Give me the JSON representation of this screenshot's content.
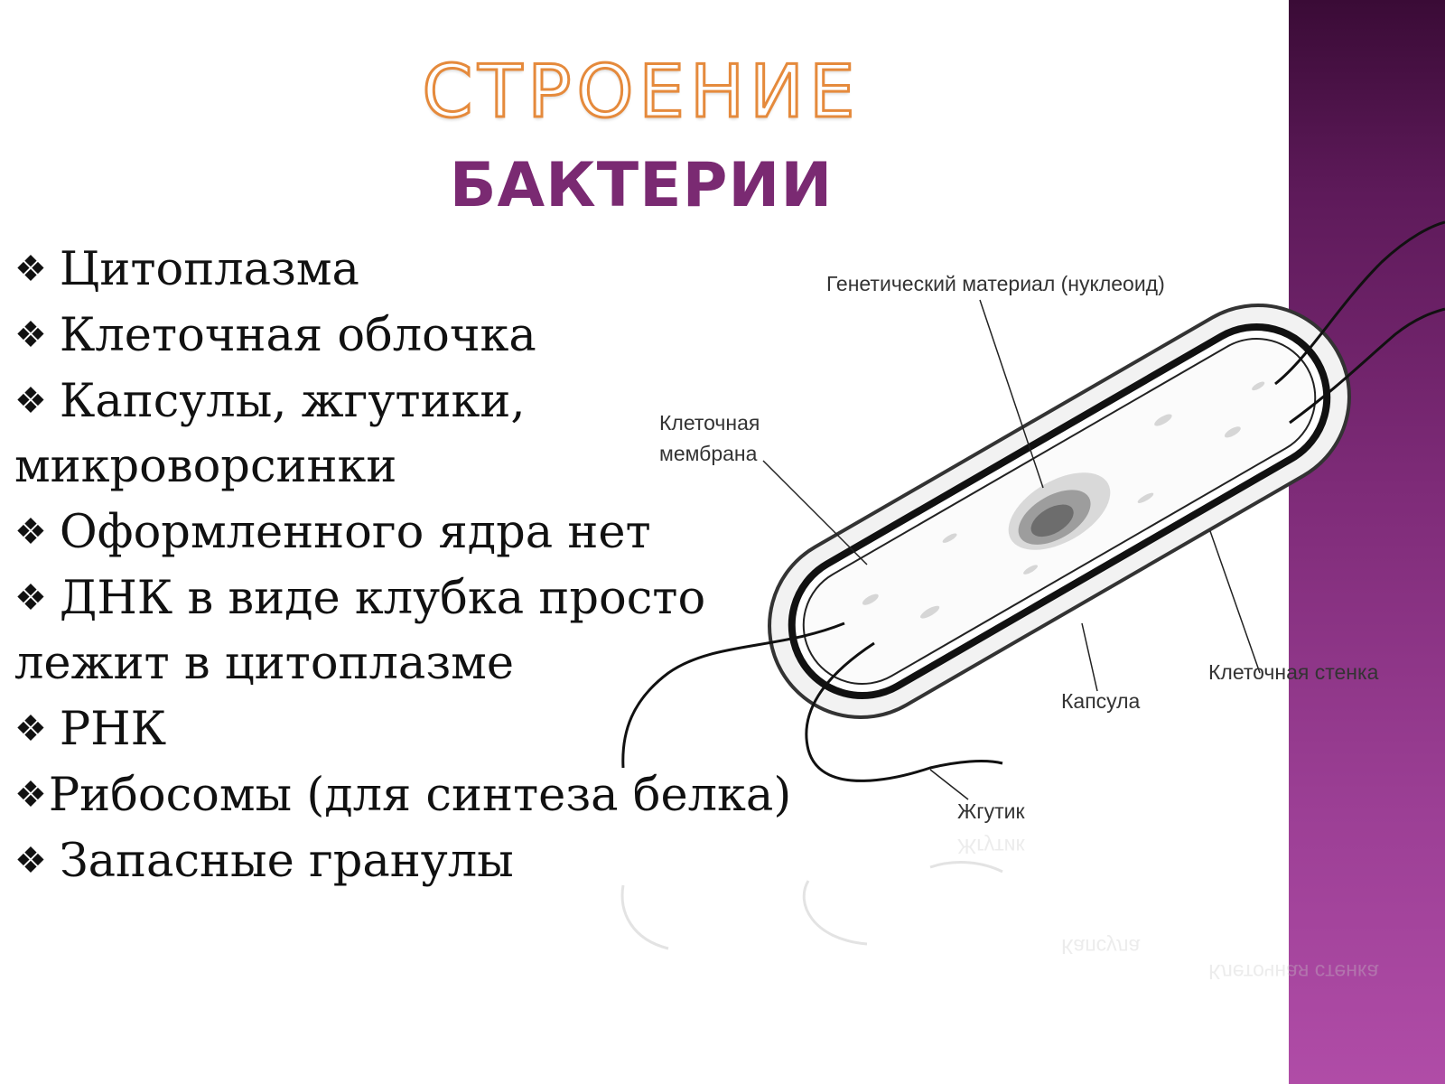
{
  "slide": {
    "title_line1": "СТРОЕНИЕ",
    "title_line2": "БАКТЕРИИ",
    "bullet_glyph": "❖",
    "bullets": [
      {
        "lines": [
          "Цитоплазма"
        ]
      },
      {
        "lines": [
          "Клеточная облочка"
        ]
      },
      {
        "lines": [
          "Капсулы, жгутики,",
          "микроворсинки"
        ]
      },
      {
        "lines": [
          "Оформленного ядра нет"
        ]
      },
      {
        "lines": [
          "ДНК в виде клубка просто",
          "лежит в цитоплазме"
        ]
      },
      {
        "lines": [
          "РНК"
        ]
      },
      {
        "lines": [
          "Рибосомы (для синтеза белка)"
        ]
      },
      {
        "lines": [
          "Запасные гранулы"
        ]
      }
    ]
  },
  "diagram": {
    "labels": {
      "nucleoid": "Генетический материал (нуклеоид)",
      "membrane_line1": "Клеточная",
      "membrane_line2": "мембрана",
      "cell_wall": "Клеточная стенка",
      "capsule": "Капсула",
      "flagellum": "Жгутик"
    }
  },
  "colors": {
    "title_outline": "#e58a3c",
    "subtitle": "#7a2a72",
    "side_band": "#8a3383"
  }
}
